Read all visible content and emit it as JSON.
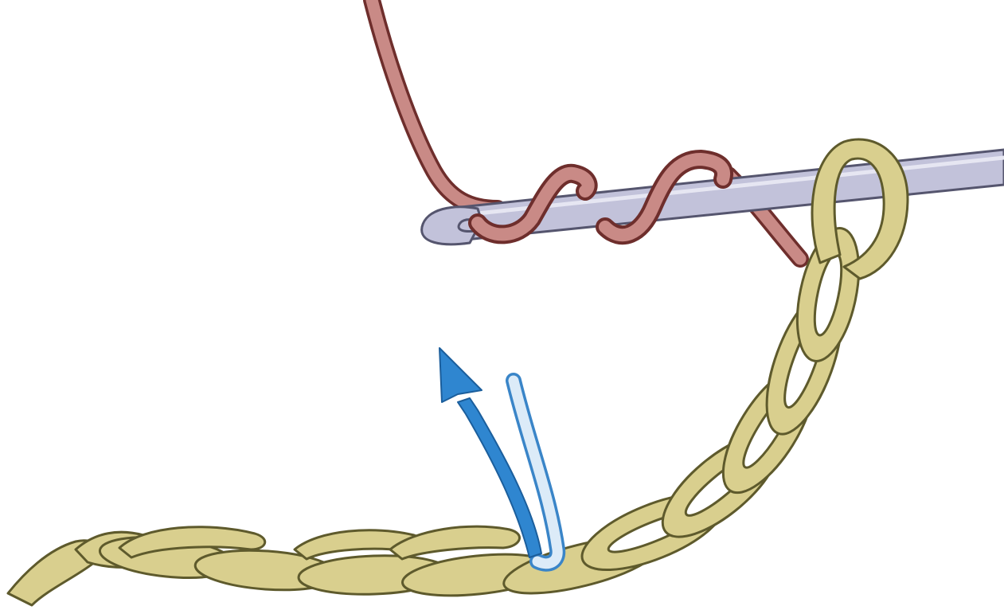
{
  "illustration": {
    "subject": "crochet-hook-yarn-over-twice-insert-into-chain",
    "colors": {
      "background": "#ffffff",
      "chain_yarn_fill": "#d9cf8e",
      "chain_yarn_outline": "#5e5a2c",
      "working_yarn_fill": "#c98a86",
      "working_yarn_outline": "#6e2e2c",
      "hook_fill": "#c2c2da",
      "hook_outline": "#55556e",
      "arrow_fill": "#2f86d0",
      "arrow_outline": "#1b5e9c",
      "guide_strand_fill": "#dcebf8",
      "guide_strand_outline": "#3a85c8"
    },
    "elements": [
      "crochet-hook",
      "working-yarn",
      "yarn-over-wraps",
      "foundation-chain",
      "direction-arrow",
      "insertion-guide-strand"
    ]
  }
}
